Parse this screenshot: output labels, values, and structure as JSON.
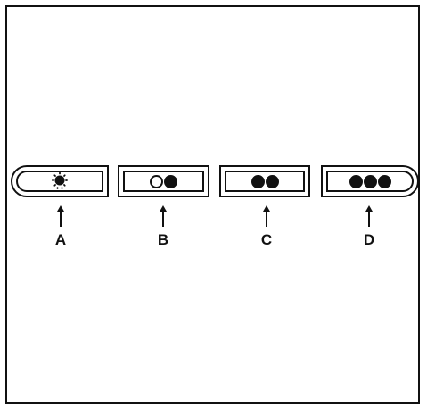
{
  "buttons": [
    {
      "id": "A",
      "label": "A",
      "icon": "light-sun-icon",
      "dots_filled": 0,
      "dots_open": 0
    },
    {
      "id": "B",
      "label": "B",
      "icon": "one-open-one-filled-dot-icon",
      "dots_filled": 1,
      "dots_open": 1
    },
    {
      "id": "C",
      "label": "C",
      "icon": "two-filled-dots-icon",
      "dots_filled": 2,
      "dots_open": 0
    },
    {
      "id": "D",
      "label": "D",
      "icon": "three-filled-dots-icon",
      "dots_filled": 3,
      "dots_open": 0
    }
  ],
  "colors": {
    "stroke": "#111111",
    "background": "#ffffff"
  }
}
